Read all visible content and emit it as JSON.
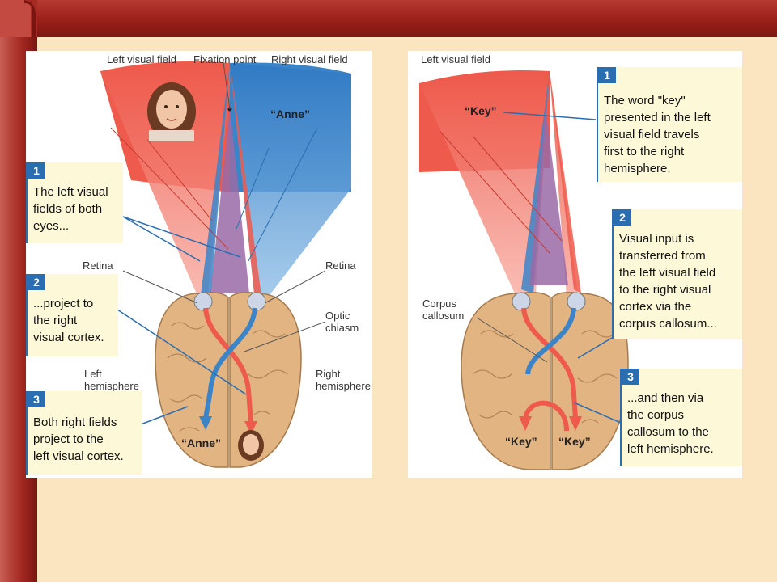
{
  "left_panel": {
    "labels": {
      "left_visual_field": "Left visual field",
      "fixation_point": "Fixation point",
      "right_visual_field": "Right visual field",
      "retina_left": "Retina",
      "retina_right": "Retina",
      "optic_chiasm": "Optic\nchiasm",
      "left_hemisphere": "Left\nhemisphere",
      "right_hemisphere": "Right\nhemisphere",
      "anne_field": "“Anne”",
      "anne_brain": "“Anne”"
    },
    "callouts": [
      {
        "num": "1",
        "text": "The left visual\nfields of both\neyes..."
      },
      {
        "num": "2",
        "text": "...project to\nthe right\nvisual cortex."
      },
      {
        "num": "3",
        "text": "Both right fields\nproject to the\nleft visual cortex."
      }
    ]
  },
  "right_panel": {
    "labels": {
      "left_visual_field": "Left visual field",
      "corpus_callosum": "Corpus\ncallosum",
      "key_field": "“Key”",
      "key_left": "“Key”",
      "key_right": "“Key”"
    },
    "callouts": [
      {
        "num": "1",
        "text": "The word \"key\"\npresented in the left\nvisual field travels\nfirst to the right\nhemisphere."
      },
      {
        "num": "2",
        "text": "Visual input is\ntransferred from\nthe left visual field\nto the right visual\ncortex via the\ncorpus callosum..."
      },
      {
        "num": "3",
        "text": "...and then via\nthe corpus\ncallosum to the\nleft hemisphere."
      }
    ]
  },
  "colors": {
    "slide_background": "#fbe4c0",
    "bar_red": "#9a1f1a",
    "left_field_red": "#ee5a4c",
    "right_field_blue": "#3c84c8",
    "overlap_purple": "#9a6aa6",
    "brain_tan": "#e2b482",
    "callout_blue": "#2a6db0"
  }
}
